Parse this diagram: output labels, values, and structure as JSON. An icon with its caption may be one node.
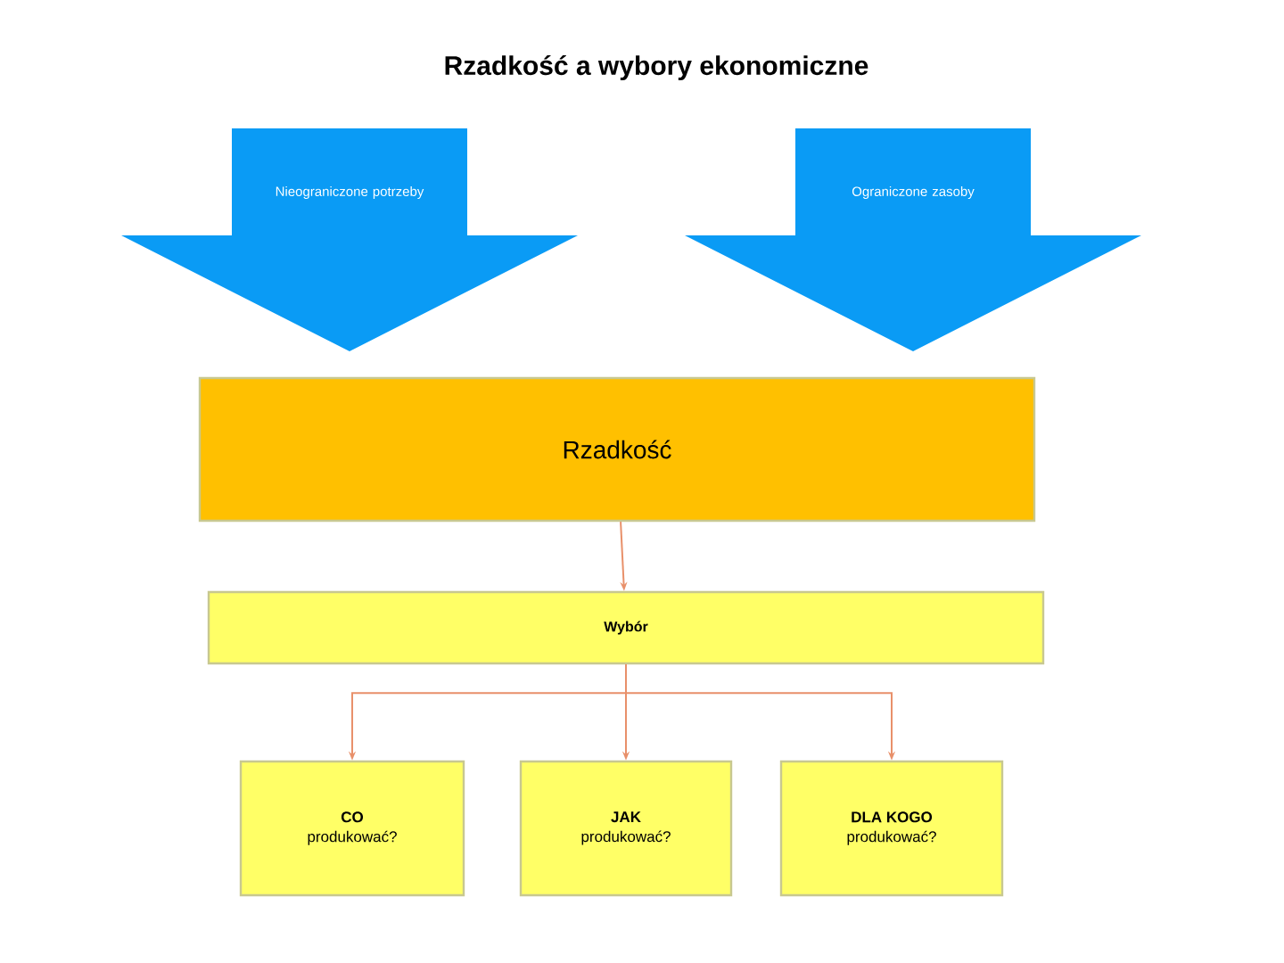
{
  "diagram": {
    "title": "Rzadkość a wybory ekonomiczne",
    "nodes": [
      {
        "text": [
          "Nieograniczone potrzeby"
        ]
      },
      {
        "text": [
          "Ograniczone zasoby"
        ]
      },
      {
        "text": [
          "Rzadkość"
        ]
      },
      {
        "text": [
          "Wybór"
        ]
      },
      {
        "text": [
          "CO",
          "produkować?"
        ]
      },
      {
        "text": [
          "JAK",
          "produkować?"
        ]
      },
      {
        "text": [
          "DLA KOGO",
          "produkować?"
        ]
      }
    ],
    "edges": [
      {
        "from": 2,
        "to": 3,
        "arrow": "to"
      },
      {
        "from": 3,
        "to": 4,
        "arrow": "to"
      },
      {
        "from": 3,
        "to": 5,
        "arrow": "to"
      },
      {
        "from": 3,
        "to": 6,
        "arrow": "to"
      }
    ]
  }
}
